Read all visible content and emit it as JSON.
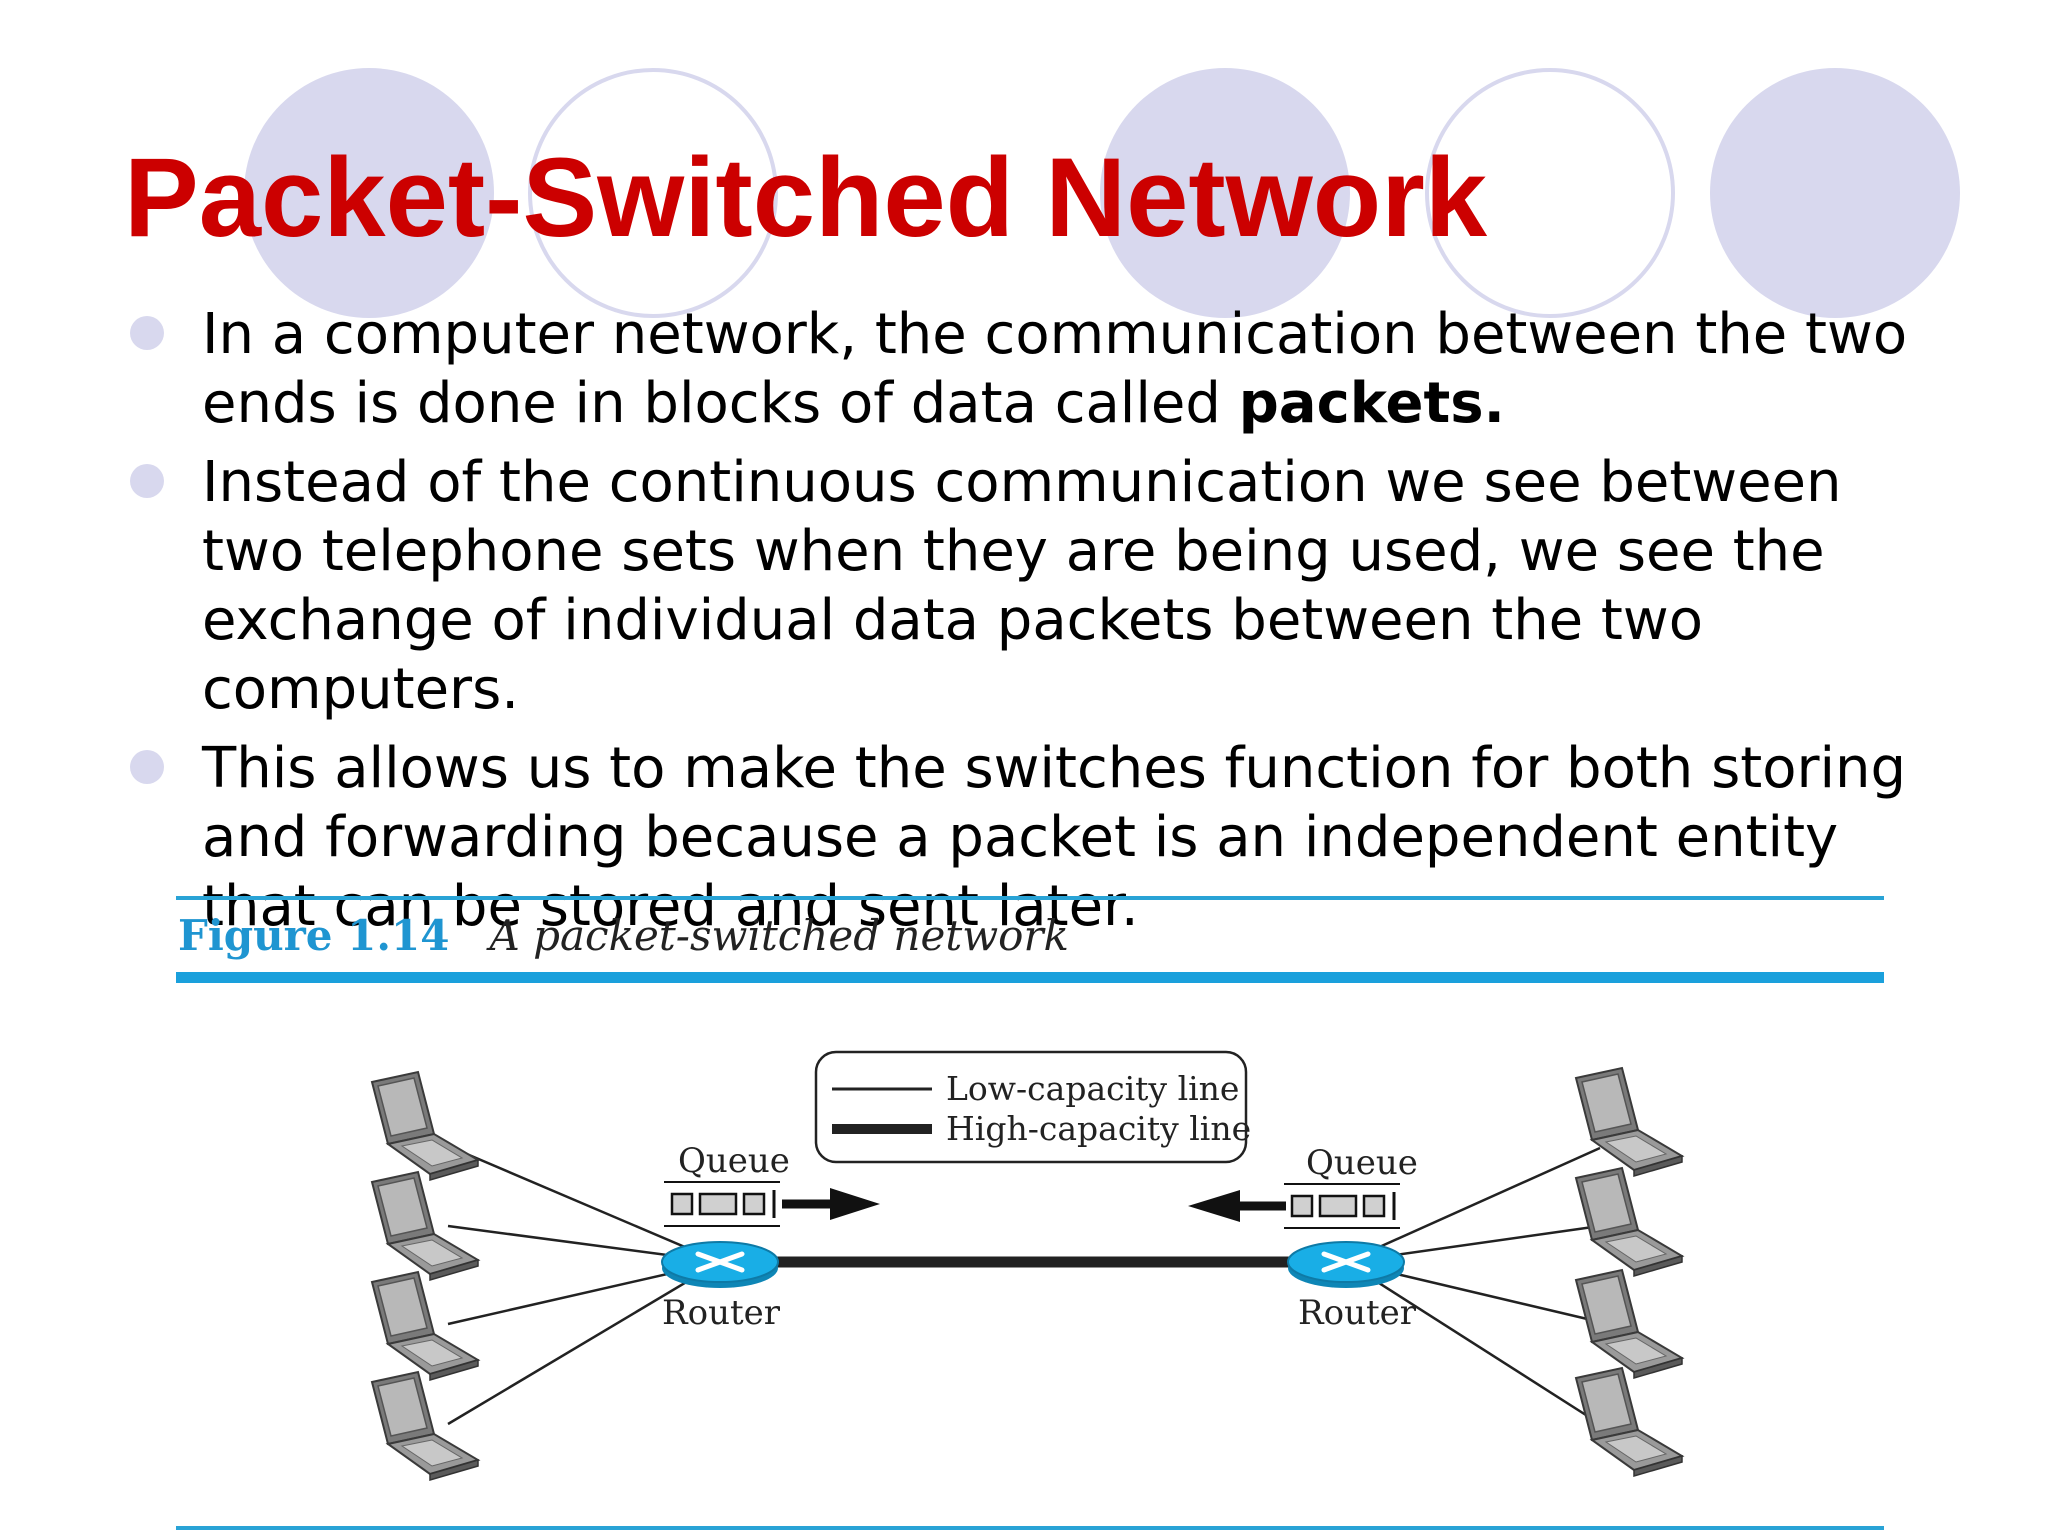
{
  "slide": {
    "title": "Packet-Switched Network",
    "bullets": [
      {
        "text": "In a computer network, the communication between the two ends is done in blocks of data called ",
        "bold": "packets."
      },
      {
        "text": "Instead of the continuous communication we see between two telephone sets when they are being used, we see the exchange of individual data packets between the two computers.",
        "bold": ""
      },
      {
        "text": "This allows us to make the switches function for both storing and forwarding because a packet is an independent entity that can be stored and sent later.",
        "bold": ""
      }
    ],
    "colors": {
      "title": "#cc0000",
      "decoration": "#d8d8ee",
      "figure_rule": "#1aa0dc",
      "router": "#19aee6"
    }
  },
  "figure": {
    "number": "Figure 1.14",
    "title": "A packet-switched network",
    "legend": {
      "low_capacity": "Low-capacity line",
      "high_capacity": "High-capacity line"
    },
    "left_queue_label": "Queue",
    "right_queue_label": "Queue",
    "left_router_label": "Router",
    "right_router_label": "Router",
    "icons": {
      "computer": "laptop-icon",
      "router": "router-icon",
      "queue": "queue-buffer-icon",
      "arrow": "arrow-icon"
    }
  }
}
